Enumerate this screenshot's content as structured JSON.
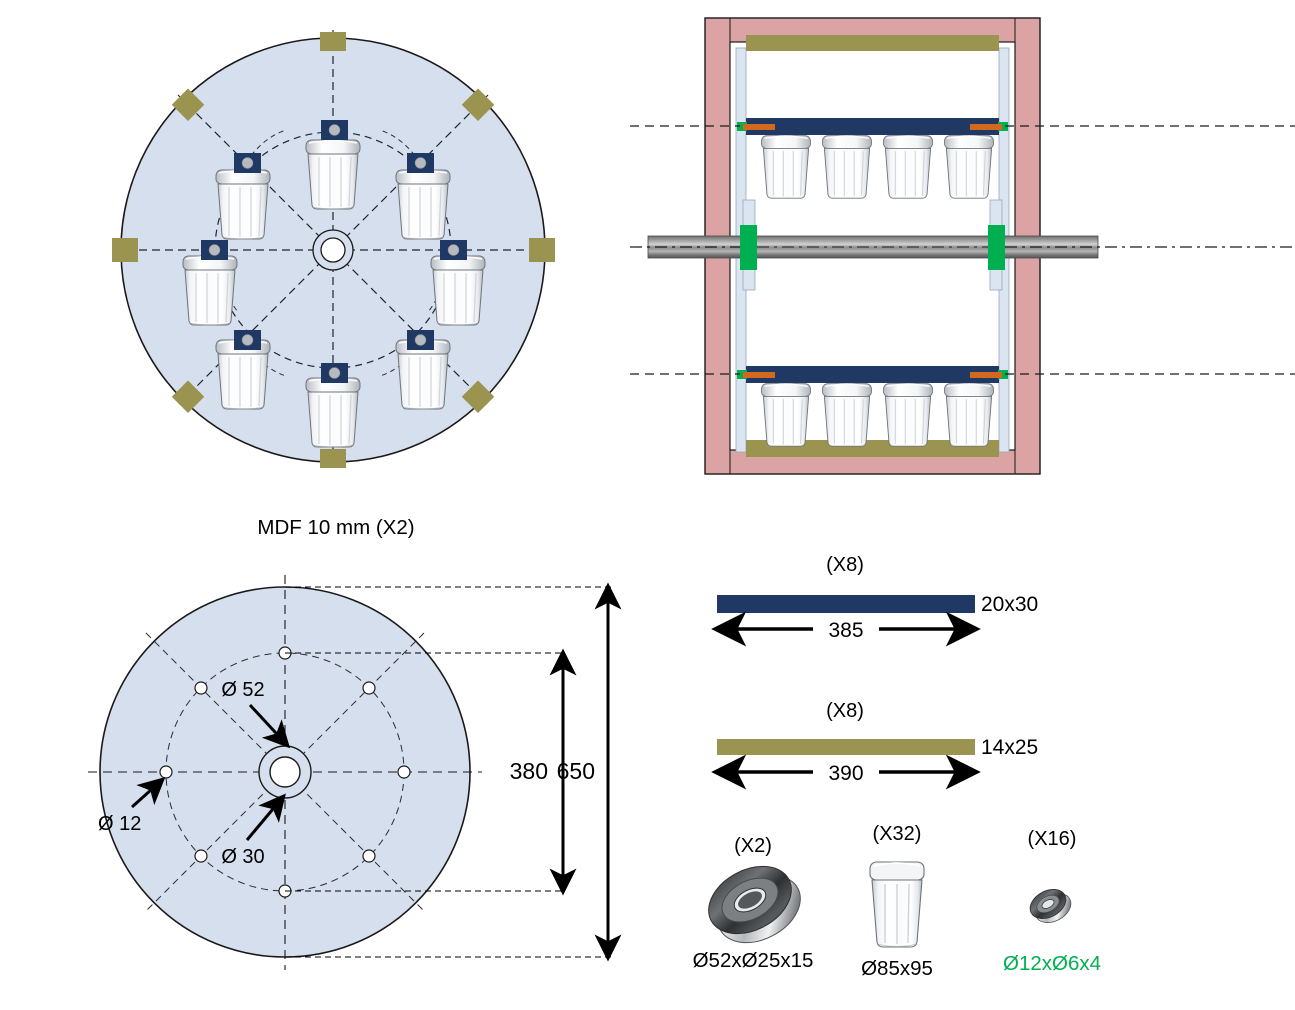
{
  "document": {
    "type": "technical-assembly-drawing",
    "title": "Rotating jar carousel assembly drawing",
    "views": [
      "top-plan-view",
      "front-section-view",
      "dimensioned-mdf-disc",
      "parts-list"
    ]
  },
  "colors": {
    "disc_fill": "#d6dfed",
    "disc_stroke": "#1a1a1a",
    "olive": "#9b9450",
    "navy": "#1f3864",
    "bearing_gray": "#b3b3b3",
    "frame_pink": "#dba3a3",
    "rail_light_blue": "#dbe5f1",
    "shaft_gray": "#8c8c8c",
    "orange": "#d2691e",
    "green": "#00b050",
    "green_text": "#00b050",
    "dimension_black": "#000000"
  },
  "top_view": {
    "name": "top-plan-view",
    "outer_disc": {
      "label": "",
      "stops": 8,
      "jars": 8,
      "bearings": 8
    },
    "center_hole": {
      "label": ""
    }
  },
  "front_view": {
    "name": "front-section-view",
    "shelves": 2,
    "jars_per_shelf": 4,
    "centerline_count": 3
  },
  "mdf_view": {
    "title": "MDF 10 mm (X2)",
    "dimensions": {
      "outer_diameter": "650",
      "bolt_circle": "380",
      "hole_small": "Ø 12",
      "bearing_seat": "Ø 52",
      "shaft_hole": "Ø 30"
    },
    "hole_count": 8
  },
  "parts": {
    "bars": [
      {
        "name": "steel-bar-navy",
        "qty": "(X8)",
        "section": "20x30",
        "length": "385",
        "color": "#1f3864"
      },
      {
        "name": "wood-bar-olive",
        "qty": "(X8)",
        "section": "14x25",
        "length": "390",
        "color": "#9b9450"
      }
    ],
    "components": [
      {
        "name": "large-ball-bearing",
        "qty": "(X2)",
        "spec": "Ø52xØ25x15",
        "spec_color": "#000000"
      },
      {
        "name": "glass-jar",
        "qty": "(X32)",
        "spec": "Ø85x95",
        "spec_color": "#000000"
      },
      {
        "name": "small-ball-bearing",
        "qty": "(X16)",
        "spec": "Ø12xØ6x4",
        "spec_color": "#00b050"
      }
    ]
  }
}
